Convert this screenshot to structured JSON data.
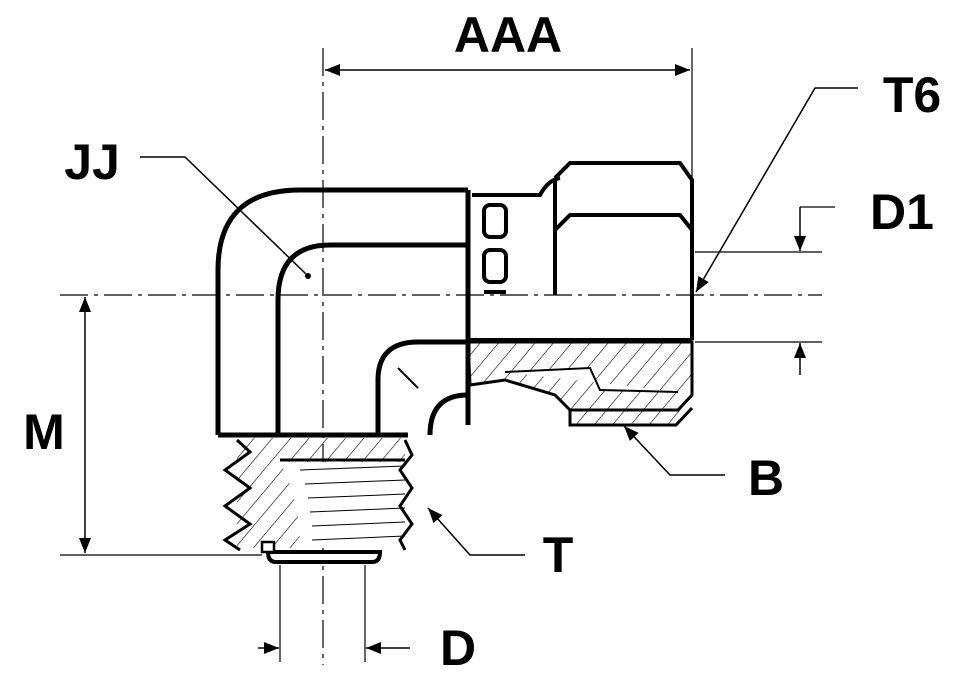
{
  "labels": {
    "aaa": "AAA",
    "t6": "T6",
    "jj": "JJ",
    "d1": "D1",
    "m": "M",
    "b": "B",
    "t": "T",
    "d": "D"
  },
  "colors": {
    "line": "#000000",
    "background": "#ffffff"
  }
}
